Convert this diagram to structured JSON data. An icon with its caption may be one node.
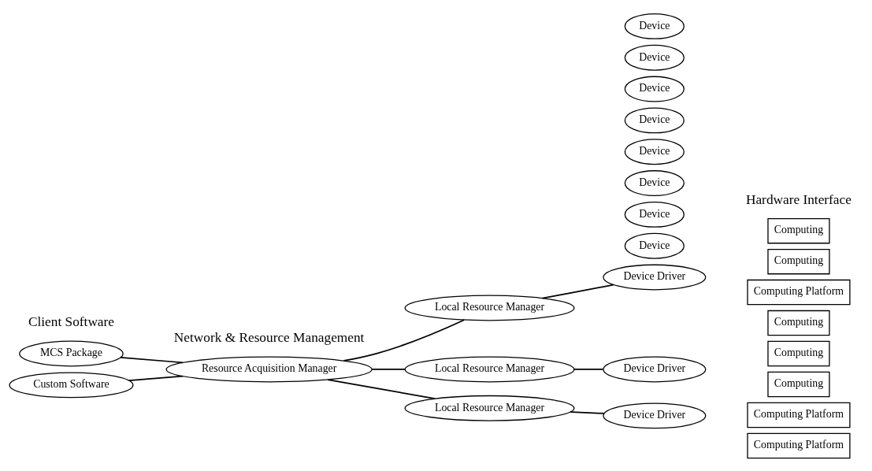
{
  "diagram": {
    "nodes": [
      {
        "text": [
          "MCS Package"
        ]
      },
      {
        "text": [
          "Custom Software"
        ]
      },
      {
        "text": [
          "Resource Acquisition Manager"
        ]
      },
      {
        "text": [
          "Local Resource Manager"
        ]
      },
      {
        "text": [
          "Local Resource Manager"
        ]
      },
      {
        "text": [
          "Local Resource Manager"
        ]
      },
      {
        "text": [
          "Device"
        ]
      },
      {
        "text": [
          "Device"
        ]
      },
      {
        "text": [
          "Device Driver"
        ]
      },
      {
        "text": [
          "Computing"
        ]
      },
      {
        "text": [
          "Computing"
        ]
      },
      {
        "text": [
          "Computing Platform"
        ]
      },
      {
        "text": [
          "Device"
        ]
      },
      {
        "text": [
          "Device"
        ]
      },
      {
        "text": [
          "Device"
        ]
      },
      {
        "text": [
          "Device Driver"
        ]
      },
      {
        "text": [
          "Computing"
        ]
      },
      {
        "text": [
          "Computing"
        ]
      },
      {
        "text": [
          "Computing"
        ]
      },
      {
        "text": [
          "Computing Platform"
        ]
      },
      {
        "text": [
          "Device"
        ]
      },
      {
        "text": [
          "Device"
        ]
      },
      {
        "text": [
          "Device"
        ]
      },
      {
        "text": [
          "Device Driver"
        ]
      },
      {
        "text": [
          "Computing Platform"
        ]
      }
    ],
    "edges": [
      {
        "from": 0,
        "to": 2,
        "arrow": "none"
      },
      {
        "from": 1,
        "to": 2,
        "arrow": "none"
      },
      {
        "from": 2,
        "to": 3,
        "arrow": "none"
      },
      {
        "from": 2,
        "to": 4,
        "arrow": "none"
      },
      {
        "from": 2,
        "to": 5,
        "arrow": "none"
      },
      {
        "from": 3,
        "to": 8,
        "arrow": "none"
      },
      {
        "from": 4,
        "to": 15,
        "arrow": "none"
      },
      {
        "from": 5,
        "to": 23,
        "arrow": "none"
      }
    ],
    "labels": [
      "Client Software",
      "Network & Resource Management",
      "Hardware Interface"
    ]
  }
}
